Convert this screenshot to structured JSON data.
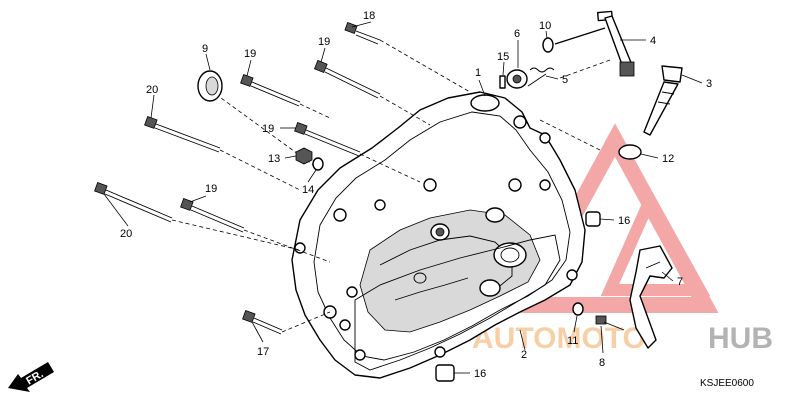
{
  "diagram_code": "KSJEE0600",
  "direction_label": "FR.",
  "watermark": {
    "text_auto": "AUTOMOTO",
    "text_hub": "HUB",
    "color_triangle": "#f08a8a",
    "color_auto": "#f5c08a",
    "color_hub": "#9a9a9a"
  },
  "callouts": [
    "1",
    "2",
    "3",
    "4",
    "5",
    "6",
    "7",
    "8",
    "9",
    "10",
    "11",
    "12",
    "13",
    "14",
    "15",
    "16",
    "16",
    "17",
    "18",
    "19",
    "19",
    "19",
    "19",
    "20",
    "20"
  ]
}
